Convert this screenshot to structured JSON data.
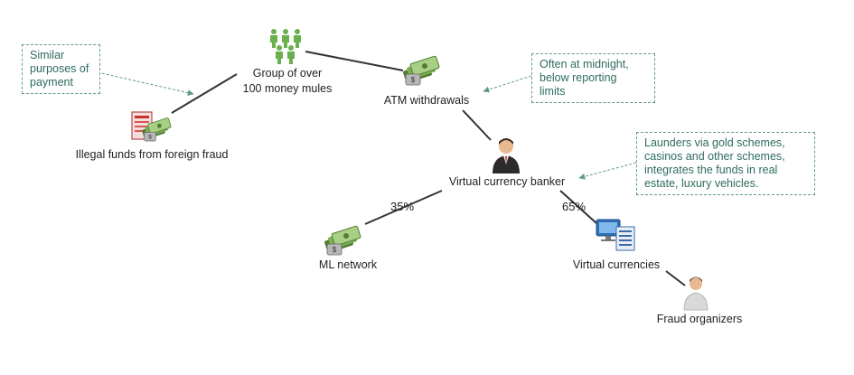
{
  "nodes": {
    "mules": {
      "label_lines": [
        "Group of over",
        "100 money mules"
      ],
      "icon": "people-group-icon"
    },
    "atm": {
      "label": "ATM withdrawals",
      "icon": "cash-stack-icon"
    },
    "illegal": {
      "label": "Illegal funds from foreign fraud",
      "icon": "document-cash-icon"
    },
    "banker": {
      "label": "Virtual currency banker",
      "icon": "businessman-icon"
    },
    "ml": {
      "label": "ML network",
      "icon": "cash-stack-icon"
    },
    "virtual": {
      "label": "Virtual currencies",
      "icon": "computer-icon"
    },
    "fraud": {
      "label": "Fraud organizers",
      "icon": "person-icon"
    }
  },
  "edges": {
    "banker_ml_pct": "35%",
    "banker_virtual_pct": "65%"
  },
  "callouts": {
    "similar": [
      "Similar",
      "purposes of",
      "payment"
    ],
    "midnight": [
      "Often at midnight,",
      "below reporting",
      "limits"
    ],
    "launders": [
      "Launders via gold schemes,",
      "casinos and other schemes,",
      "integrates the funds in real",
      "estate, luxury vehicles."
    ]
  },
  "colors": {
    "callout_border": "#5f9a8c",
    "callout_text": "#2e6b61",
    "edge": "#333333",
    "people_green": "#6ab04c",
    "cash_green": "#5b8a3c"
  }
}
